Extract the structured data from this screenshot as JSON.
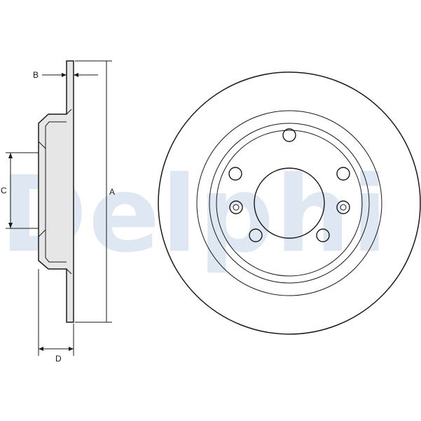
{
  "watermark": {
    "text": "Delphi"
  },
  "dimensions": {
    "a": "A",
    "b": "B",
    "c": "C",
    "d": "D"
  },
  "colors": {
    "line": "#1a1a1a",
    "part_fill": "#e6e6e6",
    "watermark": "#dfe8f2",
    "background": "#ffffff"
  }
}
